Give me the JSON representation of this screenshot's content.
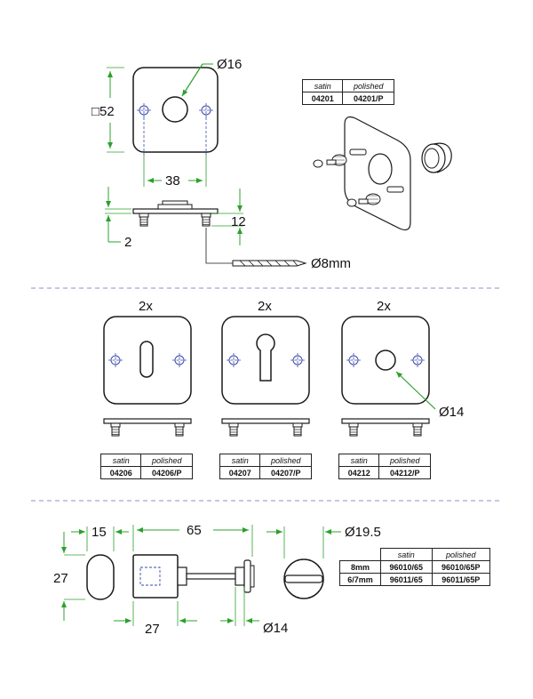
{
  "colors": {
    "outline": "#1a1a1a",
    "dimension": "#2ca02c",
    "hole": "#3b4aa8",
    "divider": "#8a8fc9"
  },
  "section1": {
    "dim_diameter_16": "Ø16",
    "dim_square_52": "□52",
    "dim_38": "38",
    "dim_2": "2",
    "dim_12": "12",
    "dim_drill": "Ø8mm",
    "code_table": {
      "headers": [
        "satin",
        "polished"
      ],
      "rows": [
        [
          "04201",
          "04201/P"
        ]
      ]
    }
  },
  "section2": {
    "plates": [
      {
        "qty": "2x",
        "cutout": "keyhole",
        "codes": [
          "04206",
          "04206/P"
        ]
      },
      {
        "qty": "2x",
        "cutout": "euro-profile",
        "codes": [
          "04207",
          "04207/P"
        ]
      },
      {
        "qty": "2x",
        "cutout": "round",
        "codes": [
          "04212",
          "04212/P"
        ]
      }
    ],
    "table_headers": [
      "satin",
      "polished"
    ],
    "dim_diameter_14": "Ø14"
  },
  "section3": {
    "dim_15": "15",
    "dim_65": "65",
    "dim_19_5": "Ø19.5",
    "dim_27_left": "27",
    "dim_27_bottom": "27",
    "dim_14": "Ø14",
    "code_table": {
      "headers": [
        "",
        "satin",
        "polished"
      ],
      "rows": [
        [
          "8mm",
          "96010/65",
          "96010/65P"
        ],
        [
          "6/7mm",
          "96011/65",
          "96011/65P"
        ]
      ]
    }
  }
}
